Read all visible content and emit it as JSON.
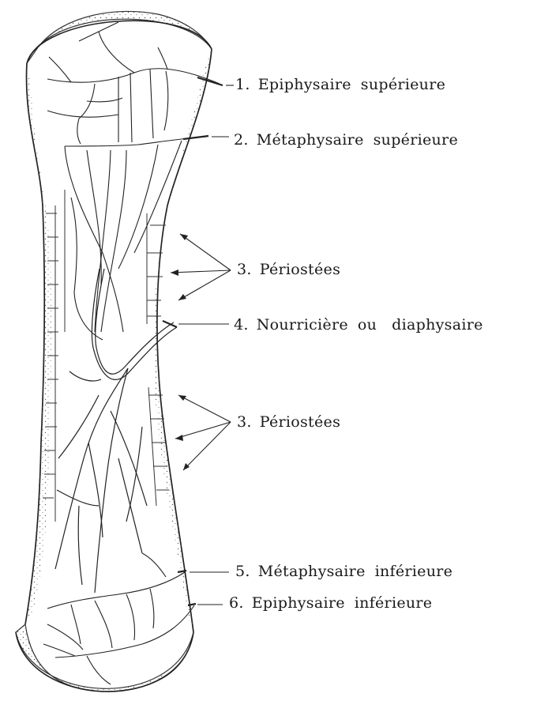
{
  "diagram": {
    "labels": [
      {
        "id": "l1",
        "number": "1.",
        "word1": "Epiphysaire",
        "word2": "supérieure"
      },
      {
        "id": "l2",
        "number": "2.",
        "word1": "Métaphysaire",
        "word2": "supérieure"
      },
      {
        "id": "l3a",
        "number": "3.",
        "word1": "Périostées",
        "word2": ""
      },
      {
        "id": "l4",
        "number": "4.",
        "word1": "Nourricière",
        "word2": "ou   diaphysaire"
      },
      {
        "id": "l3b",
        "number": "3.",
        "word1": "Périostées",
        "word2": ""
      },
      {
        "id": "l5",
        "number": "5.",
        "word1": "Métaphysaire",
        "word2": "inférieure"
      },
      {
        "id": "l6",
        "number": "6.",
        "word1": "Epiphysaire",
        "word2": "inférieure"
      }
    ]
  }
}
